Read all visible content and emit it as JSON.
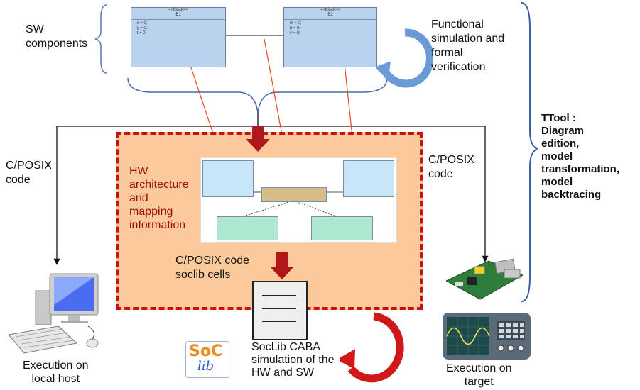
{
  "labels": {
    "sw_components": "SW\ncomponents",
    "functional": "Functional\nsimulation and\nformal\nverification",
    "cposix_left": "C/POSIX\ncode",
    "cposix_right": "C/POSIX\ncode",
    "hw_arch": "HW\narchitecture\nand\nmapping\ninformation",
    "cposix_soclib": "C/POSIX code\nsoclib cells",
    "soclib_caba": "SocLib CABA\nsimulation of the\nHW and SW",
    "exec_local": "Execution on\nlocal host",
    "exec_target": "Execution on\ntarget",
    "ttool": "TTool :\nDiagram\nedition,\nmodel\ntransformation,\nmodel\nbacktracing"
  },
  "blocks": {
    "left": {
      "header": "<<block>>\nB1",
      "attrs": "- x = 0;\n- y = 0;\n- t = 0;"
    },
    "right": {
      "header": "<<block>>\nB2",
      "attrs": "- m = 0;\n- n = 0;\n- v = 0;"
    }
  },
  "logo": {
    "line1": "SoC",
    "line2": "lib"
  },
  "colors": {
    "accent_red": "#cc1111",
    "hw_fill": "#fcc99a",
    "arrow_dark_red": "#b0171b",
    "cycle_blue": "#6b9bd6"
  }
}
